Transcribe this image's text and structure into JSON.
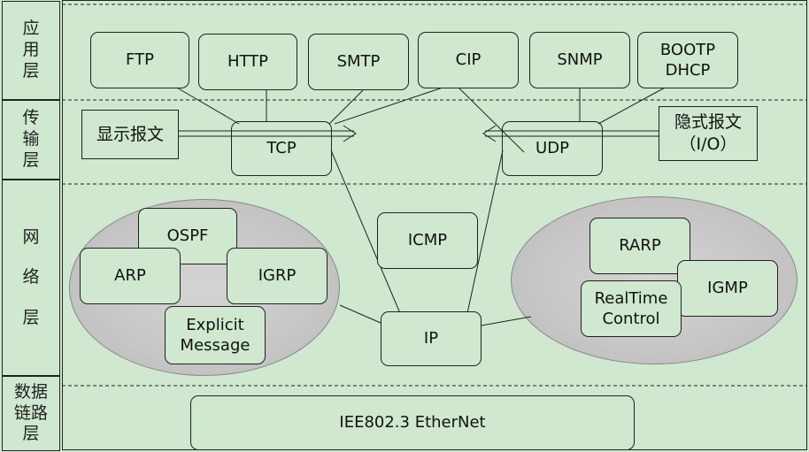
{
  "layers": {
    "application": [
      "应",
      "用",
      "层"
    ],
    "transport": [
      "传",
      "输",
      "层"
    ],
    "network": [
      "网",
      "络",
      "层"
    ],
    "datalink": [
      "数据",
      "链路",
      "层"
    ]
  },
  "protocols": {
    "ftp": "FTP",
    "http": "HTTP",
    "smtp": "SMTP",
    "cip": "CIP",
    "snmp": "SNMP",
    "bootp": "BOOTP",
    "dhcp": "DHCP",
    "tcp": "TCP",
    "udp": "UDP",
    "ospf": "OSPF",
    "arp": "ARP",
    "igrp": "IGRP",
    "explicit1": "Explicit",
    "explicit2": "Message",
    "icmp": "ICMP",
    "ip": "IP",
    "rarp": "RARP",
    "igmp": "IGMP",
    "realtime1": "RealTime",
    "realtime2": "Control",
    "ethernet": "IEE802.3 EtherNet"
  },
  "messages": {
    "explicit": "显示报文",
    "implicit1": "隐式报文",
    "implicit2": "（I/O）"
  }
}
